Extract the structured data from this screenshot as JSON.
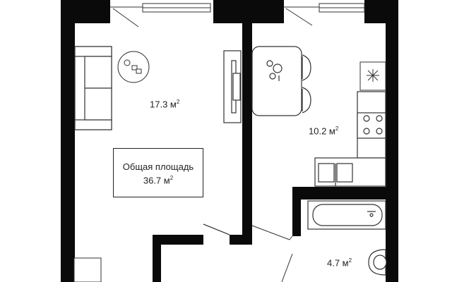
{
  "rooms": {
    "living": {
      "area_value": "17.3 м",
      "unit_sup": "2"
    },
    "kitchen": {
      "area_value": "10.2 м",
      "unit_sup": "2"
    },
    "bathroom": {
      "area_value": "4.7 м",
      "unit_sup": "2"
    }
  },
  "total": {
    "label": "Общая площадь",
    "value": "36.7 м",
    "unit_sup": "2"
  },
  "colors": {
    "wall": "#0a0a0a",
    "line": "#333333",
    "fixture_fill": "#ffffff"
  }
}
